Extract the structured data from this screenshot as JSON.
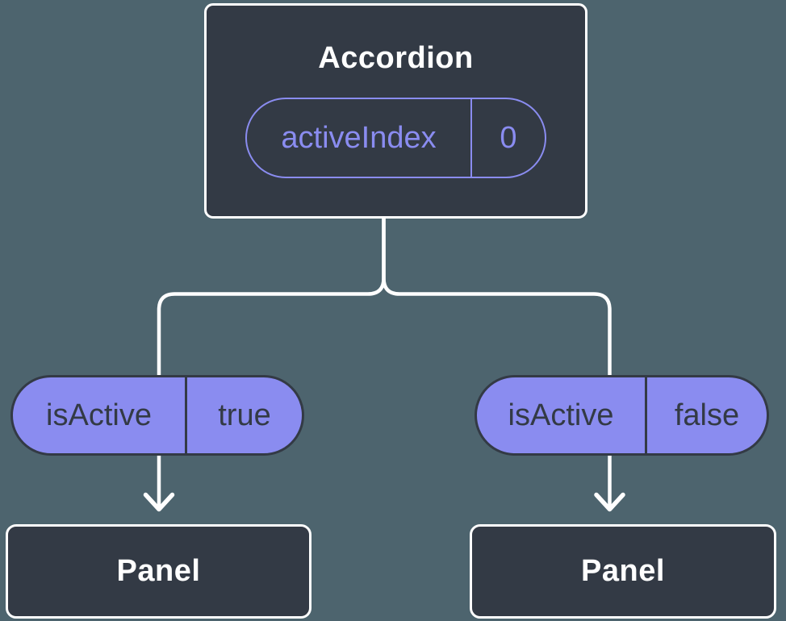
{
  "diagram": {
    "type": "component-tree",
    "colors": {
      "background": "#4d646e",
      "node_fill": "#333a45",
      "node_border": "#ffffff",
      "accent_purple": "#8a8cf0",
      "pill_text_dark": "#333a45",
      "connector": "#ffffff"
    },
    "root": {
      "title": "Accordion",
      "state": {
        "label": "activeIndex",
        "value": "0"
      }
    },
    "edges": [
      {
        "prop": "isActive",
        "value": "true"
      },
      {
        "prop": "isActive",
        "value": "false"
      }
    ],
    "leaves": [
      {
        "title": "Panel"
      },
      {
        "title": "Panel"
      }
    ]
  }
}
